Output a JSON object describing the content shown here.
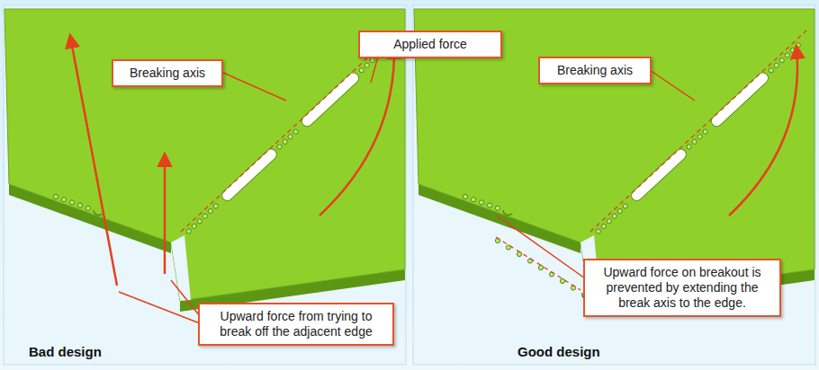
{
  "diagram": {
    "nodes": [
      {
        "text": [
          "Breaking axis"
        ]
      },
      {
        "text": [
          "Applied force"
        ]
      },
      {
        "text": [
          "Upward force from trying to break off the adjacent edge"
        ]
      },
      {
        "text": [
          "Breaking axis"
        ]
      },
      {
        "text": [
          "Upward force on breakout is prevented by extending the break axis to the edge."
        ]
      }
    ],
    "labels": [
      "Bad design",
      "Good design"
    ]
  }
}
